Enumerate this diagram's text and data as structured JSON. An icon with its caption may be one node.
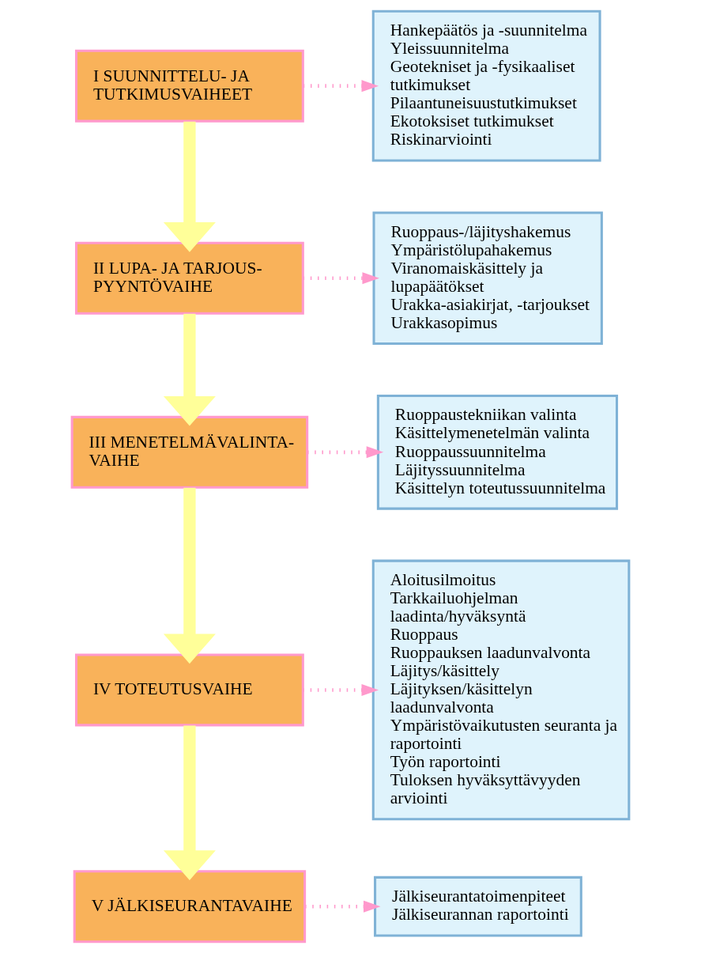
{
  "diagram": {
    "nodes": [
      {
        "text": [
          "I SUUNNITTELU- JA TUTKIMUSVAIHEET"
        ]
      },
      {
        "text": [
          "Hankepäätös ja -suunnitelma",
          "Yleissuunnitelma",
          "Geotekniset ja -fysikaaliset tutkimukset",
          "Pilaantuneisuustutkimukset",
          "Ekotoksiset tutkimukset",
          "Riskinarviointi"
        ]
      },
      {
        "text": [
          "II LUPA- JA TARJOUS-PYYNTÖVAIHE"
        ]
      },
      {
        "text": [
          "Ruoppaus-/läjityshakemus",
          "Ympäristölupahakemus",
          "Viranomaiskäsittely ja lupapäätökset",
          "Urakka-asiakirjat, -tarjoukset",
          "Urakkasopimus"
        ]
      },
      {
        "text": [
          "III MENETELMÄVALINTA-VAIHE"
        ]
      },
      {
        "text": [
          "Ruoppaustekniikan valinta",
          "Käsittelymenetelmän valinta",
          "Ruoppaussuunnitelma",
          "Läjityssuunnitelma",
          "Käsittelyn toteutussuunnitelma"
        ]
      },
      {
        "text": [
          "IV TOTEUTUSVAIHE"
        ]
      },
      {
        "text": [
          "Aloitusilmoitus",
          "Tarkkailuohjelman laadinta/hyväksyntä",
          "Ruoppaus",
          "Ruoppauksen laadunvalvonta",
          "Läjitys/käsittely",
          "Läjityksen/käsittelyn laadunvalvonta",
          "Ympäristövaikutusten seuranta ja raportointi",
          "Työn raportointi",
          "Tuloksen hyväksyttävyyden arviointi"
        ]
      },
      {
        "text": [
          "V JÄLKISEURANTAVAIHE"
        ]
      },
      {
        "text": [
          "Jälkiseurantatoimenpiteet",
          "Jälkiseurannan raportointi"
        ]
      }
    ],
    "edges": [
      {
        "from": 0,
        "to": 1,
        "arrow": "to",
        "style": "dashed",
        "color": "#ff99cc"
      },
      {
        "from": 0,
        "to": 2,
        "arrow": "to",
        "style": "thick",
        "color": "#ffff99"
      },
      {
        "from": 2,
        "to": 3,
        "arrow": "to",
        "style": "dashed",
        "color": "#ff99cc"
      },
      {
        "from": 2,
        "to": 4,
        "arrow": "to",
        "style": "thick",
        "color": "#ffff99"
      },
      {
        "from": 4,
        "to": 5,
        "arrow": "to",
        "style": "dashed",
        "color": "#ff99cc"
      },
      {
        "from": 4,
        "to": 6,
        "arrow": "to",
        "style": "thick",
        "color": "#ffff99"
      },
      {
        "from": 6,
        "to": 7,
        "arrow": "to",
        "style": "dashed",
        "color": "#ff99cc"
      },
      {
        "from": 6,
        "to": 8,
        "arrow": "to",
        "style": "thick",
        "color": "#ffff99"
      },
      {
        "from": 8,
        "to": 9,
        "arrow": "to",
        "style": "dashed",
        "color": "#ff99cc"
      }
    ]
  }
}
